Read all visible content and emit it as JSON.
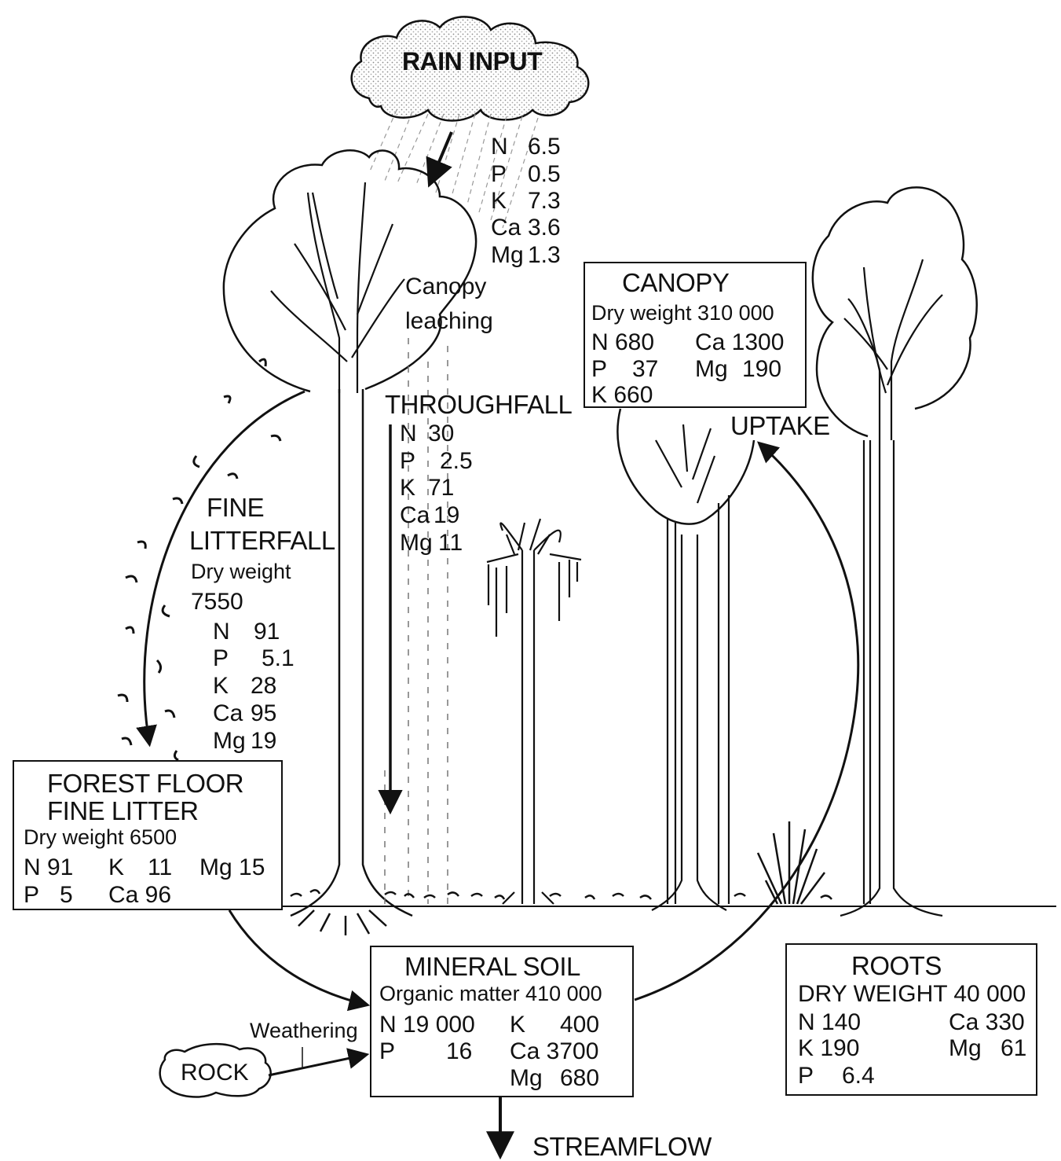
{
  "rain": {
    "title": "RAIN INPUT",
    "nutrients": [
      {
        "el": "N",
        "val": "6.5"
      },
      {
        "el": "P",
        "val": "0.5"
      },
      {
        "el": "K",
        "val": "7.3"
      },
      {
        "el": "Ca",
        "val": "3.6"
      },
      {
        "el": "Mg",
        "val": "1.3"
      }
    ]
  },
  "canopy_leaching": {
    "line1": "Canopy",
    "line2": "leaching"
  },
  "throughfall": {
    "title": "THROUGHFALL",
    "nutrients": [
      {
        "el": "N",
        "val": "30"
      },
      {
        "el": "P",
        "val": "2.5"
      },
      {
        "el": "K",
        "val": "71"
      },
      {
        "el": "Ca",
        "val": "19"
      },
      {
        "el": "Mg",
        "val": "11"
      }
    ]
  },
  "canopy": {
    "title": "CANOPY",
    "dry_weight": "Dry weight 310 000",
    "n": "N 680",
    "ca": "Ca 1300",
    "p": "P",
    "p_val": "37",
    "mg": "Mg",
    "mg_val": "190",
    "k": "K 660"
  },
  "uptake": {
    "label": "UPTAKE"
  },
  "litterfall": {
    "title1": "FINE",
    "title2": "LITTERFALL",
    "dw1": "Dry weight",
    "dw2": "7550",
    "nutrients": [
      {
        "el": "N",
        "val": "91"
      },
      {
        "el": "P",
        "val": "5.1"
      },
      {
        "el": "K",
        "val": "28"
      },
      {
        "el": "Ca",
        "val": "95"
      },
      {
        "el": "Mg",
        "val": "19"
      }
    ]
  },
  "forest_floor": {
    "title1": "FOREST FLOOR",
    "title2": "FINE LITTER",
    "dry_weight": "Dry weight 6500",
    "n": "N 91",
    "k": "K",
    "k_val": "11",
    "mg": "Mg 15",
    "p": "P",
    "p_val": "5",
    "ca": "Ca 96"
  },
  "mineral_soil": {
    "title": "MINERAL SOIL",
    "organic": "Organic matter 410 000",
    "n": "N 19 000",
    "k": "K",
    "k_val": "400",
    "p": "P",
    "p_val": "16",
    "ca": "Ca 3700",
    "mg": "Mg",
    "mg_val": "680"
  },
  "roots": {
    "title": "ROOTS",
    "dry_weight": "DRY WEIGHT 40 000",
    "n": "N 140",
    "ca": "Ca 330",
    "k": "K 190",
    "mg": "Mg",
    "mg_val": "61",
    "p": "P",
    "p_val": "6.4"
  },
  "weathering": {
    "label": "Weathering"
  },
  "rock": {
    "label": "ROCK"
  },
  "streamflow": {
    "label": "STREAMFLOW"
  }
}
